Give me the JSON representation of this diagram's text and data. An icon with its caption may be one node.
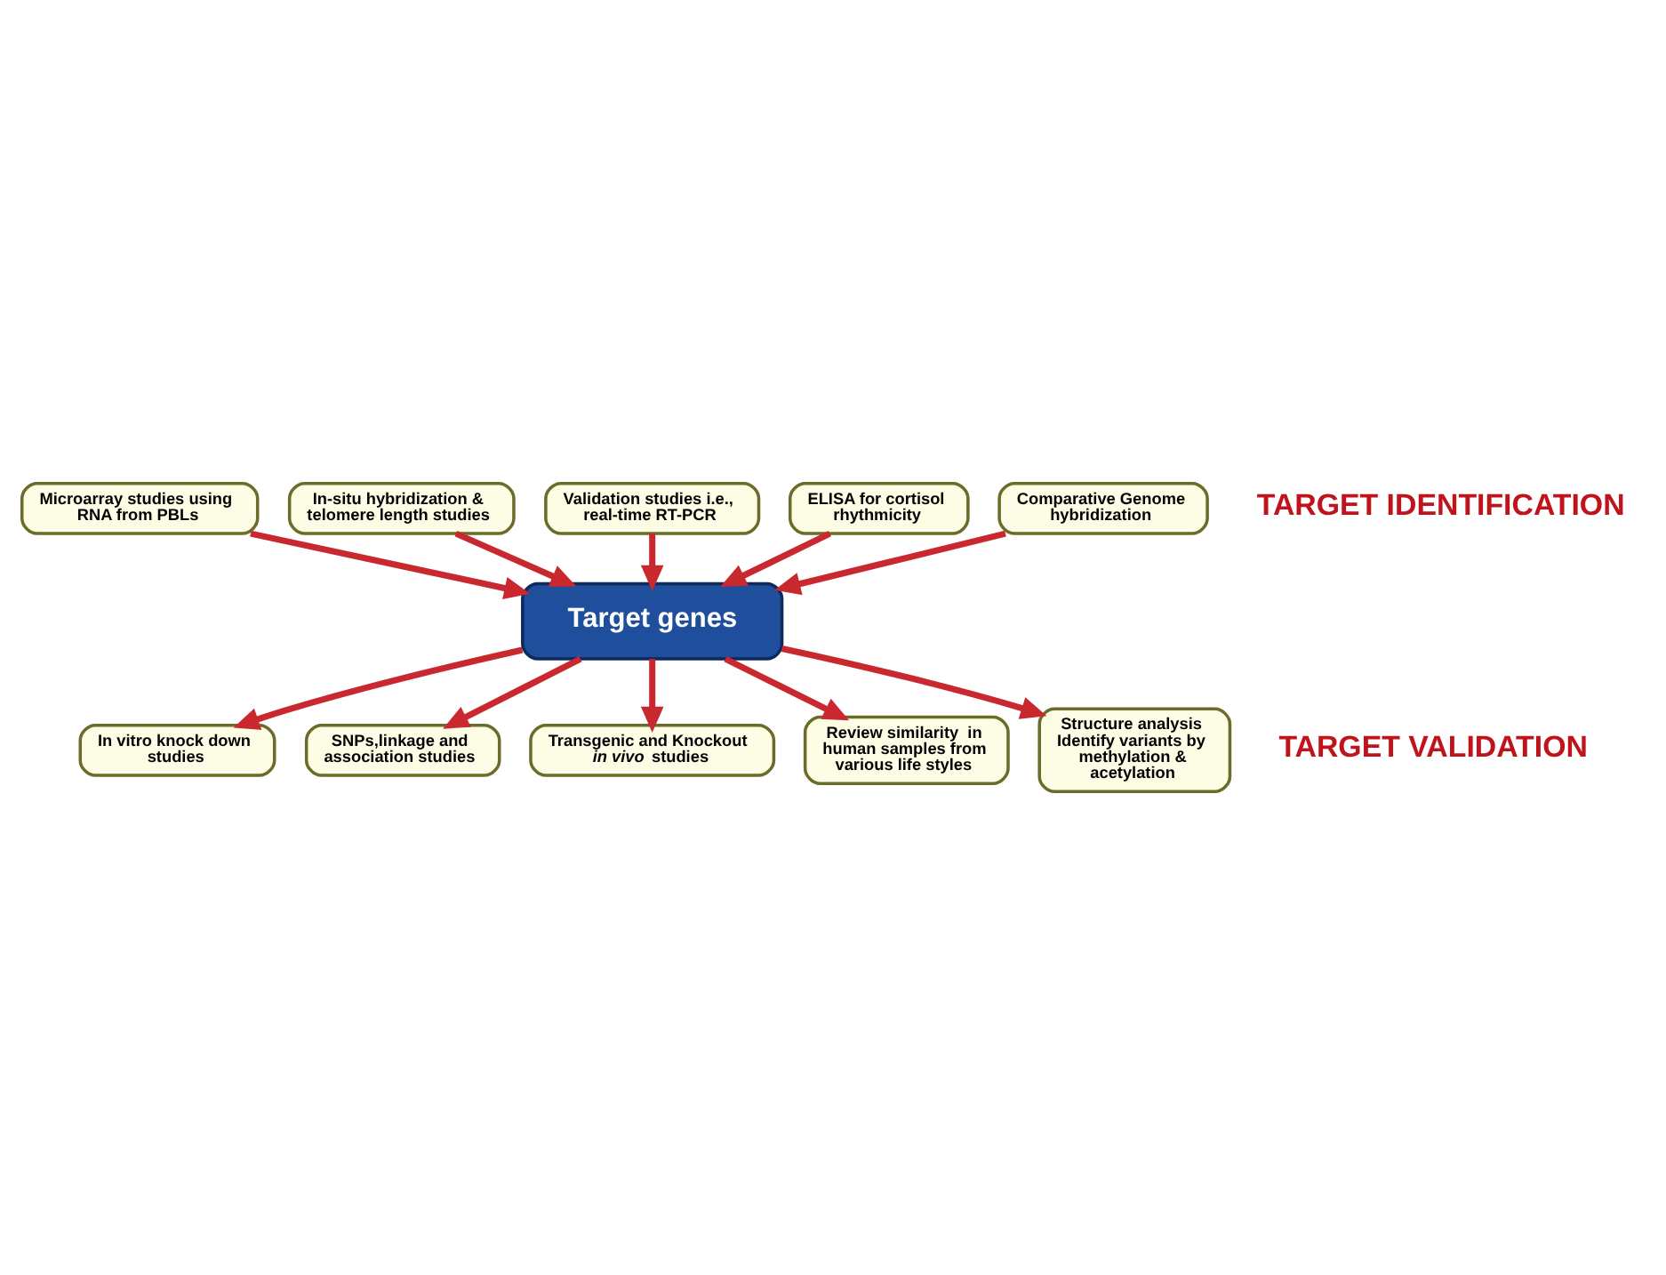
{
  "diagram": {
    "nodes": [
      {
        "text": [
          "Microarray studies using RNA from PBLs"
        ]
      },
      {
        "text": [
          "In-situ hybridization & telomere length studies"
        ]
      },
      {
        "text": [
          "Validation studies i.e., real-time RT-PCR"
        ]
      },
      {
        "text": [
          "ELISA for cortisol rhythmicity"
        ]
      },
      {
        "text": [
          "Comparative Genome hybridization"
        ]
      },
      {
        "text": [
          "Target genes"
        ]
      },
      {
        "text": [
          "In vitro knock down studies"
        ]
      },
      {
        "text": [
          "SNPs,linkage and association studies"
        ]
      },
      {
        "text": [
          "Transgenic and Knockout *in vivo* studies"
        ]
      },
      {
        "text": [
          "Review similarity  in human samples from various life styles"
        ]
      },
      {
        "text": [
          "Structure analysis Identify variants by methylation & acetylation"
        ]
      }
    ],
    "edges": [
      {
        "from": 0,
        "to": 5,
        "arrow": "to"
      },
      {
        "from": 1,
        "to": 5,
        "arrow": "to"
      },
      {
        "from": 2,
        "to": 5,
        "arrow": "to"
      },
      {
        "from": 3,
        "to": 5,
        "arrow": "to"
      },
      {
        "from": 4,
        "to": 5,
        "arrow": "to"
      },
      {
        "from": 5,
        "to": 6,
        "arrow": "to"
      },
      {
        "from": 5,
        "to": 7,
        "arrow": "to"
      },
      {
        "from": 5,
        "to": 8,
        "arrow": "to"
      },
      {
        "from": 5,
        "to": 9,
        "arrow": "to"
      },
      {
        "from": 5,
        "to": 10,
        "arrow": "to"
      }
    ],
    "labels": [
      "TARGET IDENTIFICATION",
      "TARGET VALIDATION"
    ]
  }
}
